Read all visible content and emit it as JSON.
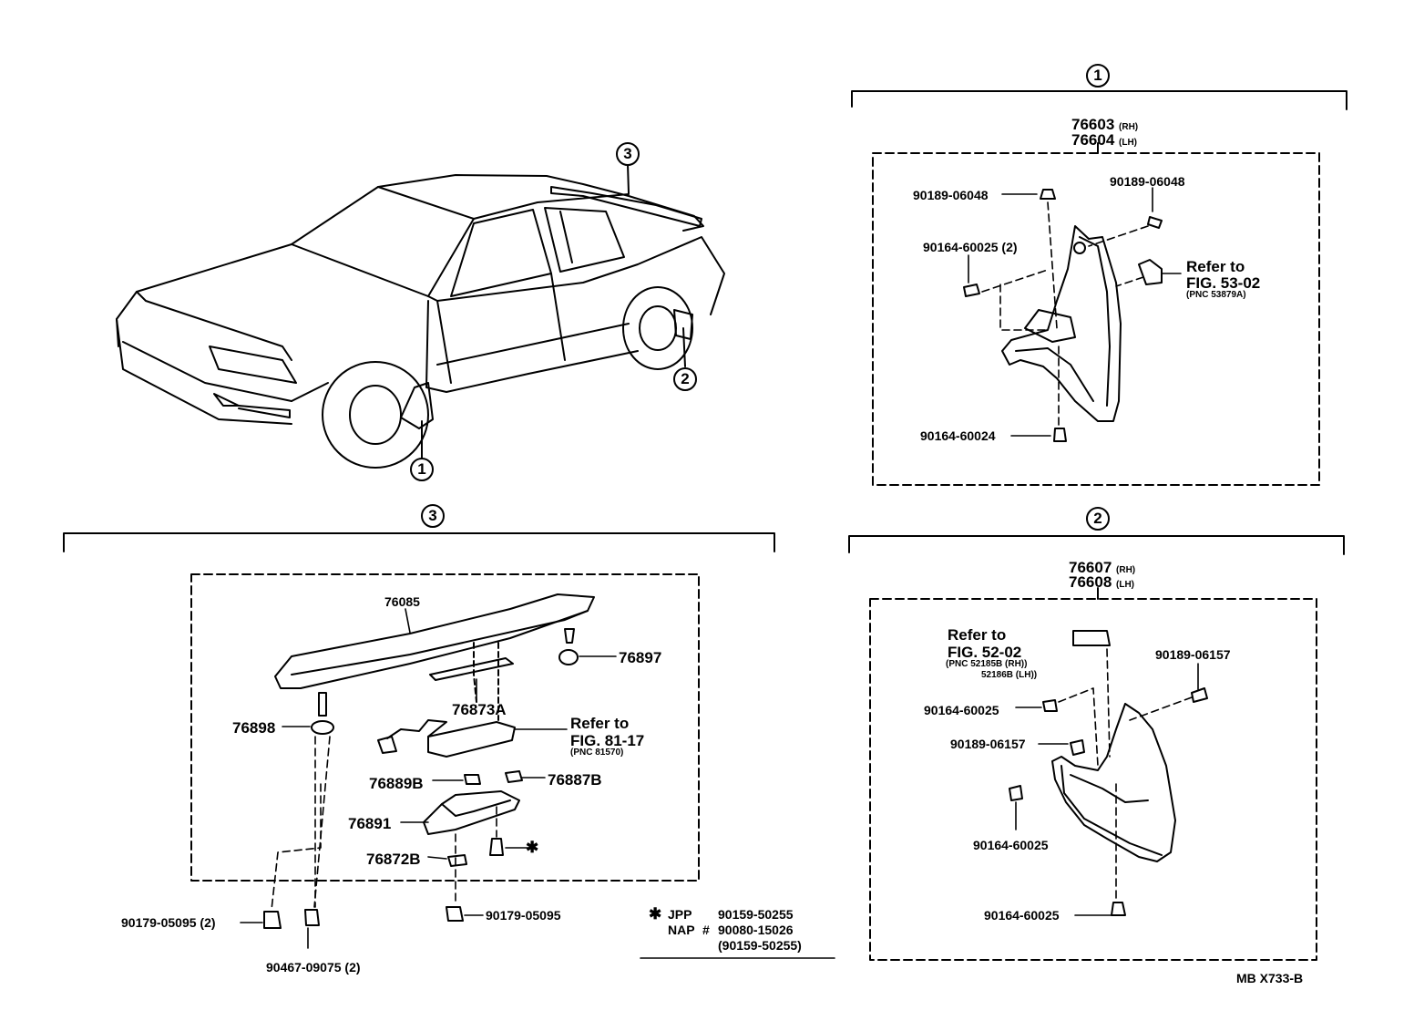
{
  "callouts": {
    "one": "1",
    "two": "2",
    "three": "3"
  },
  "section1": {
    "part_rh": "76603",
    "rh": "(RH)",
    "part_lh": "76604",
    "lh": "(LH)",
    "bolt_a": "90189-06048",
    "bolt_b": "90189-06048",
    "screw_a": "90164-60025 (2)",
    "screw_b": "90164-60024",
    "refer_line1": "Refer to",
    "refer_line2": "FIG. 53-02",
    "refer_pnc": "(PNC 53879A)"
  },
  "section2": {
    "part_rh": "76607",
    "rh": "(RH)",
    "part_lh": "76608",
    "lh": "(LH)",
    "refer_line1": "Refer to",
    "refer_line2": "FIG. 52-02",
    "refer_pnc_rh": "(PNC 52185B (RH))",
    "refer_pnc_lh": "52186B (LH))",
    "bolt_a": "90189-06157",
    "screw_a": "90164-60025",
    "bolt_b": "90189-06157",
    "screw_b": "90164-60025",
    "screw_c": "90164-60025"
  },
  "section3": {
    "spoiler": "76085",
    "cap": "76897",
    "strip": "76873A",
    "pad": "76898",
    "refer_line1": "Refer to",
    "refer_line2": "FIG. 81-17",
    "refer_pnc": "(PNC 81570)",
    "clip_b": "76889B",
    "clip_c": "76887B",
    "bracket": "76891",
    "gasket": "76872B",
    "nut_left": "90179-05095 (2)",
    "nut_right": "90179-05095",
    "rivet": "90467-09075 (2)"
  },
  "legend": {
    "mark": "✱",
    "jpp": "JPP",
    "jpp_part": "90159-50255",
    "nap": "NAP",
    "nap_mark": "#",
    "nap_part": "90080-15026",
    "nap_alt": "(90159-50255)"
  },
  "footer": {
    "code": "MB X733-B"
  }
}
